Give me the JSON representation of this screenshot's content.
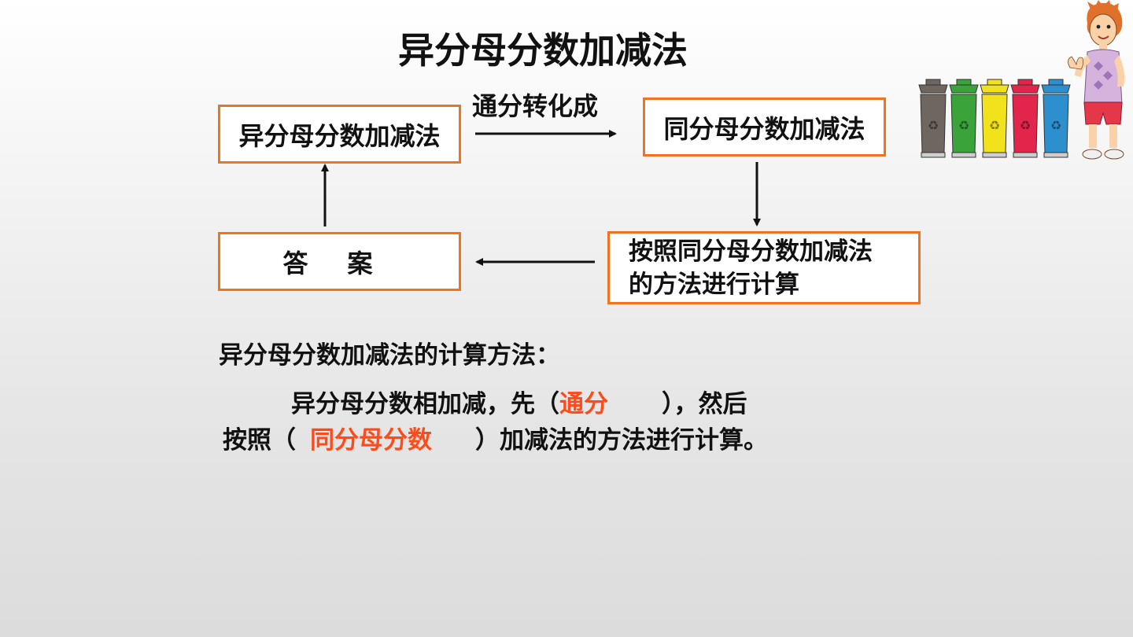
{
  "slide": {
    "title": "异分母分数加减法",
    "diagram": {
      "box_start": "异分母分数加减法",
      "arrow_label": "通分转化成",
      "box_same": "同分母分数加减法",
      "box_method_line1": "按照同分母分数加减法",
      "box_method_line2": "的方法进行计算",
      "box_answer": "答案"
    },
    "method": {
      "heading": "异分母分数加减法的计算方法：",
      "line1_a": "异分母分数相加减，先（",
      "line1_blank": "通分",
      "line1_b": "），然后",
      "line2_a": "按照（",
      "line2_blank": "同分母分数",
      "line2_b": "）加减法的方法进行计算。"
    }
  },
  "colors": {
    "box_border": "#f0731e",
    "answer_text": "#ff4a1a",
    "bin_colors": [
      "#6e6661",
      "#3aa33a",
      "#f2e21c",
      "#e3244b",
      "#2e8fcf"
    ]
  },
  "icons": [
    "recycle-bin-icon",
    "cartoon-boy-illustration",
    "recycle-symbol-icon"
  ]
}
